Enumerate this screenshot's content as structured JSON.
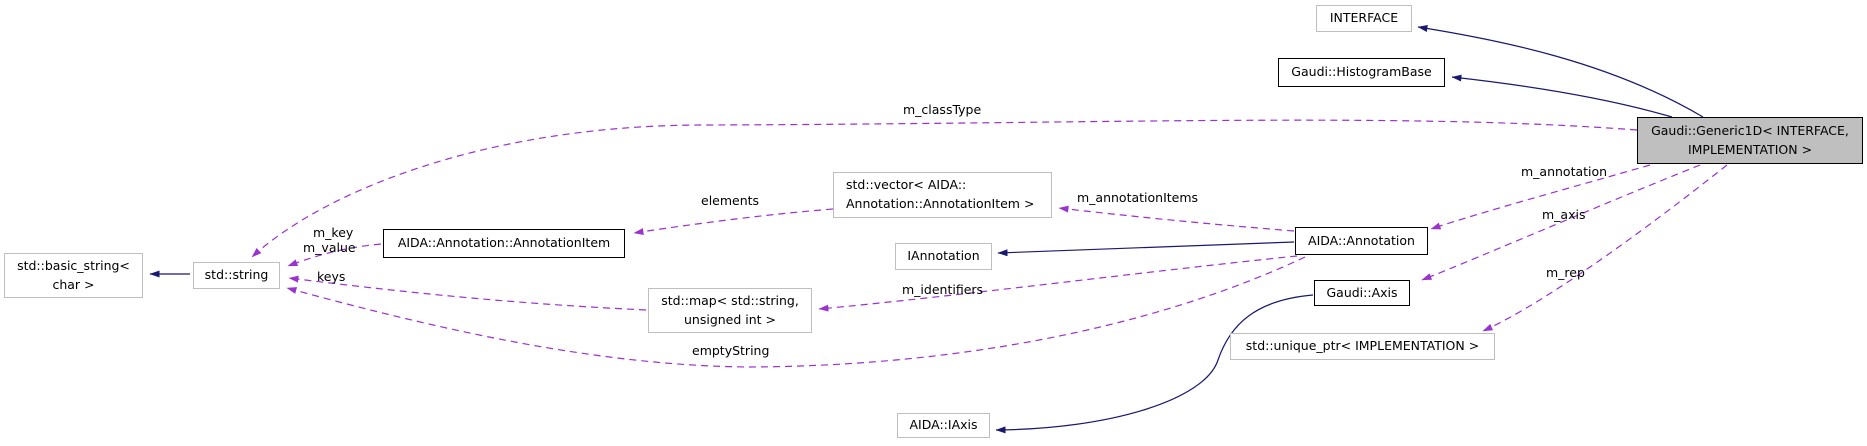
{
  "diagram": {
    "title": "Gaudi::Generic1D collaboration diagram",
    "nodes": {
      "interface": {
        "label": "INTERFACE"
      },
      "histogram_base": {
        "label": "Gaudi::HistogramBase"
      },
      "generic1d": {
        "label": "Gaudi::Generic1D< INTERFACE,\nIMPLEMENTATION >"
      },
      "basic_string": {
        "label": "std::basic_string<\nchar >"
      },
      "string": {
        "label": "std::string"
      },
      "annotation_item": {
        "label": "AIDA::Annotation::AnnotationItem"
      },
      "vector": {
        "label": "std::vector< AIDA::\nAnnotation::AnnotationItem >"
      },
      "iannotation": {
        "label": "IAnnotation"
      },
      "annotation": {
        "label": "AIDA::Annotation"
      },
      "map": {
        "label": "std::map< std::string,\nunsigned int >"
      },
      "axis": {
        "label": "Gaudi::Axis"
      },
      "unique_ptr": {
        "label": "std::unique_ptr< IMPLEMENTATION >"
      },
      "iaxis": {
        "label": "AIDA::IAxis"
      }
    },
    "edge_labels": {
      "m_classType": "m_classType",
      "m_key": "m_key",
      "m_value": "m_value",
      "keys": "keys",
      "elements": "elements",
      "m_annotationItems": "m_annotationItems",
      "m_annotation": "m_annotation",
      "m_axis": "m_axis",
      "m_rep": "m_rep",
      "m_identifiers": "m_identifiers",
      "emptyString": "emptyString"
    },
    "colors": {
      "background": "#ffffff",
      "inheritance_edge": "#191970",
      "usage_edge": "#9a32cd",
      "node_border_documented": "#000000",
      "node_border_external": "#bfbfbf",
      "node_fill": "#ffffff",
      "highlight_fill": "#bfbfbf",
      "text": "#000000"
    }
  }
}
